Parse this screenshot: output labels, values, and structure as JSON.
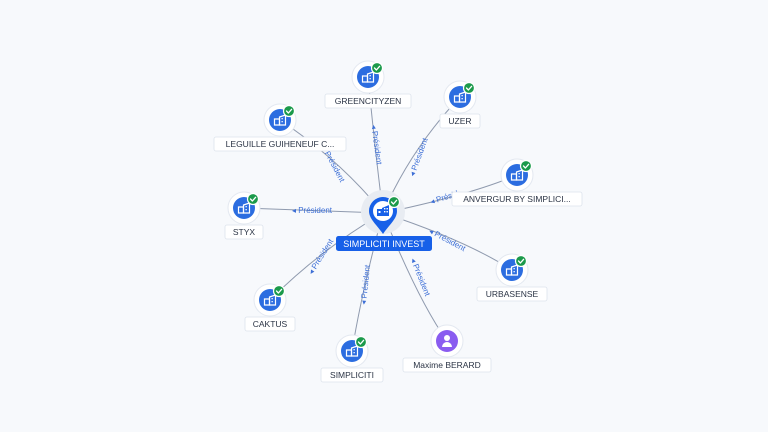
{
  "center": {
    "label": "SIMPLICITI INVEST",
    "icon": "building-icon",
    "color": "#1760e8"
  },
  "nodes": [
    {
      "id": "greencityzen",
      "label": "GREENCITYZEN",
      "type": "company",
      "icon": "building-icon",
      "verified": true
    },
    {
      "id": "uzer",
      "label": "UZER",
      "type": "company",
      "icon": "building-icon",
      "verified": true
    },
    {
      "id": "leguille",
      "label": "LEGUILLE GUIHENEUF C...",
      "type": "company",
      "icon": "building-icon",
      "verified": true
    },
    {
      "id": "anvergur",
      "label": "ANVERGUR BY SIMPLICI...",
      "type": "company",
      "icon": "building-icon",
      "verified": true
    },
    {
      "id": "styx",
      "label": "STYX",
      "type": "company",
      "icon": "building-icon",
      "verified": true
    },
    {
      "id": "urbasense",
      "label": "URBASENSE",
      "type": "company",
      "icon": "building-icon",
      "verified": true
    },
    {
      "id": "caktus",
      "label": "CAKTUS",
      "type": "company",
      "icon": "building-icon",
      "verified": true
    },
    {
      "id": "simpliciti",
      "label": "SIMPLICITI",
      "type": "company",
      "icon": "building-icon",
      "verified": true
    },
    {
      "id": "maxime",
      "label": "Maxime BERARD",
      "type": "person",
      "icon": "person-icon",
      "verified": false
    }
  ],
  "edges": [
    {
      "target": "greencityzen",
      "label": "Président"
    },
    {
      "target": "uzer",
      "label": "Président"
    },
    {
      "target": "leguille",
      "label": "Président"
    },
    {
      "target": "anvergur",
      "label": "Présid"
    },
    {
      "target": "styx",
      "label": "Président"
    },
    {
      "target": "urbasense",
      "label": "Président"
    },
    {
      "target": "caktus",
      "label": "Président"
    },
    {
      "target": "simpliciti",
      "label": "Président"
    },
    {
      "target": "maxime",
      "label": "Président"
    }
  ],
  "colors": {
    "company": "#2c6de0",
    "person": "#8a5cf0",
    "verified": "#1b9a4b",
    "edge_label": "#3d6fd6"
  }
}
